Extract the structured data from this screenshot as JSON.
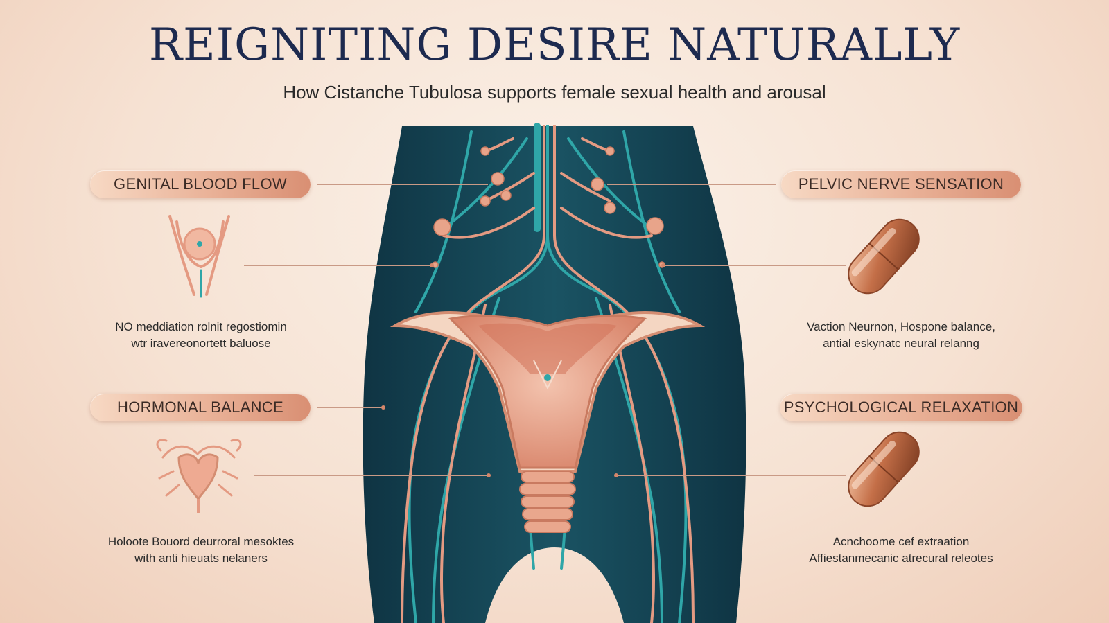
{
  "header": {
    "title": "REIGNITING DESIRE NATURALLY",
    "subtitle": "How Cistanche Tubulosa supports female sexual health and arousal"
  },
  "left": {
    "label_1": "GENITAL BLOOD FLOW",
    "desc_1_line1": "NO meddiation rolnit regostiomin",
    "desc_1_line2": "wtr iravereonortett baluose",
    "label_2": "HORMONAL BALANCE",
    "desc_2_line1": "Holoote Bouord deurroral mesoktes",
    "desc_2_line2": "with anti hieuats nelaners"
  },
  "right": {
    "label_1": "PELVIC NERVE SENSATION",
    "desc_1_line1": "Vaction Neurnon, Hospone balance,",
    "desc_1_line2": "antial eskynatc neural relanng",
    "label_2": "PSYCHOLOGICAL RELAXATION",
    "desc_2_line1": "Acnchoome cef extraation",
    "desc_2_line2": "Affiestanmecanic atrecural releotes"
  },
  "colors": {
    "navy": "#1d2a4f",
    "body_teal": "#17495a",
    "vessel_teal": "#2fa6a8",
    "coral": "#e49a82",
    "copper": "#b8643f"
  }
}
